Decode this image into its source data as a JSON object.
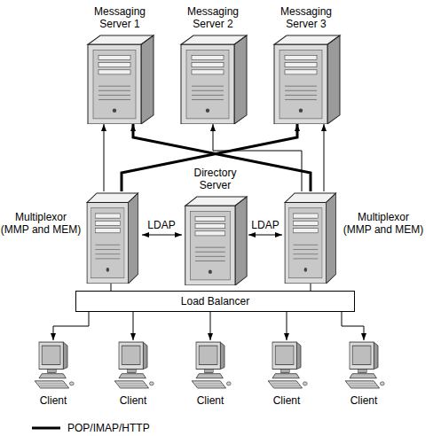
{
  "diagram": {
    "nodes": [
      {
        "text": [
          "Messaging Server 1"
        ]
      },
      {
        "text": [
          "Messaging Server 2"
        ]
      },
      {
        "text": [
          "Messaging Server 3"
        ]
      },
      {
        "text": [
          "Directory Server"
        ]
      },
      {
        "text": [
          "Multiplexor (MMP and MEM)"
        ]
      },
      {
        "text": [
          "Multiplexor (MMP and MEM)"
        ]
      },
      {
        "text": [
          "Load Balancer"
        ]
      },
      {
        "text": [
          "Client"
        ]
      },
      {
        "text": [
          "Client"
        ]
      },
      {
        "text": [
          "Client"
        ]
      },
      {
        "text": [
          "Client"
        ]
      },
      {
        "text": [
          "Client"
        ]
      }
    ],
    "edges": [
      {
        "from": 4,
        "to": 0,
        "arrow": "to"
      },
      {
        "from": 4,
        "to": 2,
        "arrow": "to"
      },
      {
        "from": 5,
        "to": 0,
        "arrow": "to"
      },
      {
        "from": 5,
        "to": 1,
        "arrow": "to"
      },
      {
        "from": 5,
        "to": 2,
        "arrow": "to"
      },
      {
        "from": 4,
        "to": 3,
        "label": "LDAP",
        "arrow": "both"
      },
      {
        "from": 3,
        "to": 5,
        "label": "LDAP",
        "arrow": "both"
      },
      {
        "from": 4,
        "to": 6,
        "arrow": "none"
      },
      {
        "from": 5,
        "to": 6,
        "arrow": "none"
      },
      {
        "from": 6,
        "to": 7,
        "arrow": "to"
      },
      {
        "from": 6,
        "to": 8,
        "arrow": "to"
      },
      {
        "from": 6,
        "to": 9,
        "arrow": "to"
      },
      {
        "from": 6,
        "to": 10,
        "arrow": "to"
      },
      {
        "from": 6,
        "to": 11,
        "arrow": "to"
      }
    ],
    "legend": [
      {
        "text": "POP/IMAP/HTTP"
      }
    ]
  }
}
